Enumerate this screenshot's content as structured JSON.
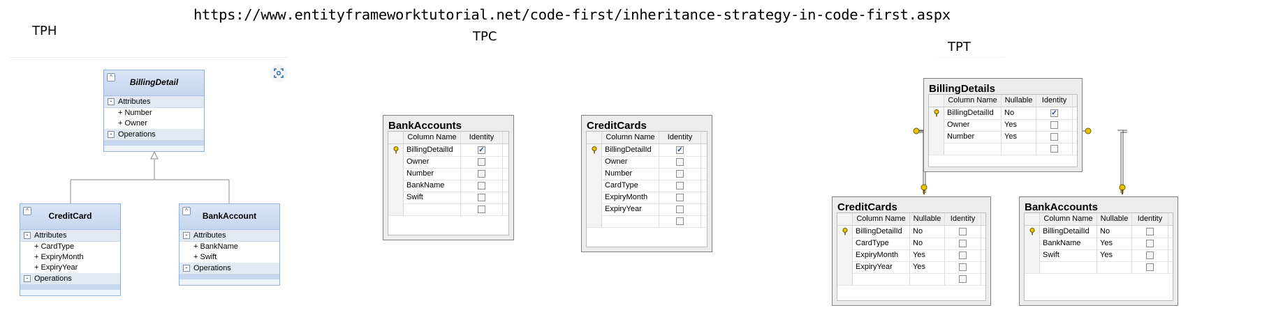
{
  "url": "https://www.entityframeworktutorial.net/code-first/inheritance-strategy-in-code-first.aspx",
  "headings": {
    "tph": "TPH",
    "tpc": "TPC",
    "tpt": "TPT"
  },
  "tph": {
    "billing": {
      "title": "BillingDetail",
      "attributes_label": "Attributes",
      "attributes": [
        "+ Number",
        "+ Owner"
      ],
      "operations_label": "Operations"
    },
    "creditcard": {
      "title": "CreditCard",
      "attributes_label": "Attributes",
      "attributes": [
        "+ CardType",
        "+ ExpiryMonth",
        "+ ExpiryYear"
      ],
      "operations_label": "Operations"
    },
    "bankaccount": {
      "title": "BankAccount",
      "attributes_label": "Attributes",
      "attributes": [
        "+ BankName",
        "+ Swift"
      ],
      "operations_label": "Operations"
    }
  },
  "tpc": {
    "bankaccounts": {
      "title": "BankAccounts",
      "headers": {
        "column_name": "Column Name",
        "identity": "Identity"
      },
      "rows": [
        {
          "name": "BillingDetailId",
          "key": true,
          "identity": true
        },
        {
          "name": "Owner",
          "key": false,
          "identity": false
        },
        {
          "name": "Number",
          "key": false,
          "identity": false
        },
        {
          "name": "BankName",
          "key": false,
          "identity": false
        },
        {
          "name": "Swift",
          "key": false,
          "identity": false
        },
        {
          "name": "",
          "key": false,
          "identity": false
        }
      ]
    },
    "creditcards": {
      "title": "CreditCards",
      "headers": {
        "column_name": "Column Name",
        "identity": "Identity"
      },
      "rows": [
        {
          "name": "BillingDetailId",
          "key": true,
          "identity": true
        },
        {
          "name": "Owner",
          "key": false,
          "identity": false
        },
        {
          "name": "Number",
          "key": false,
          "identity": false
        },
        {
          "name": "CardType",
          "key": false,
          "identity": false
        },
        {
          "name": "ExpiryMonth",
          "key": false,
          "identity": false
        },
        {
          "name": "ExpiryYear",
          "key": false,
          "identity": false
        },
        {
          "name": "",
          "key": false,
          "identity": false
        }
      ]
    }
  },
  "tpt": {
    "billingdetails": {
      "title": "BillingDetails",
      "headers": {
        "column_name": "Column Name",
        "nullable": "Nullable",
        "identity": "Identity"
      },
      "rows": [
        {
          "name": "BillingDetailId",
          "nullable": "No",
          "key": true,
          "identity": true
        },
        {
          "name": "Owner",
          "nullable": "Yes",
          "key": false,
          "identity": false
        },
        {
          "name": "Number",
          "nullable": "Yes",
          "key": false,
          "identity": false
        },
        {
          "name": "",
          "nullable": "",
          "key": false,
          "identity": false
        }
      ]
    },
    "creditcards": {
      "title": "CreditCards",
      "headers": {
        "column_name": "Column Name",
        "nullable": "Nullable",
        "identity": "Identity"
      },
      "rows": [
        {
          "name": "BillingDetailId",
          "nullable": "No",
          "key": true,
          "identity": false
        },
        {
          "name": "CardType",
          "nullable": "No",
          "key": false,
          "identity": false
        },
        {
          "name": "ExpiryMonth",
          "nullable": "Yes",
          "key": false,
          "identity": false
        },
        {
          "name": "ExpiryYear",
          "nullable": "Yes",
          "key": false,
          "identity": false
        },
        {
          "name": "",
          "nullable": "",
          "key": false,
          "identity": false
        }
      ]
    },
    "bankaccounts": {
      "title": "BankAccounts",
      "headers": {
        "column_name": "Column Name",
        "nullable": "Nullable",
        "identity": "Identity"
      },
      "rows": [
        {
          "name": "BillingDetailId",
          "nullable": "No",
          "key": true,
          "identity": false
        },
        {
          "name": "BankName",
          "nullable": "Yes",
          "key": false,
          "identity": false
        },
        {
          "name": "Swift",
          "nullable": "Yes",
          "key": false,
          "identity": false
        },
        {
          "name": "",
          "nullable": "",
          "key": false,
          "identity": false
        }
      ]
    }
  },
  "colors": {
    "uml_border": "#8db2e3",
    "uml_header": "#c5d6ef",
    "key_gold": "#e8c400",
    "relation_line": "#555555"
  },
  "icons": {
    "expand": "scan-focus-icon",
    "primary_key": "key-icon",
    "checkbox": "checkbox-icon"
  }
}
